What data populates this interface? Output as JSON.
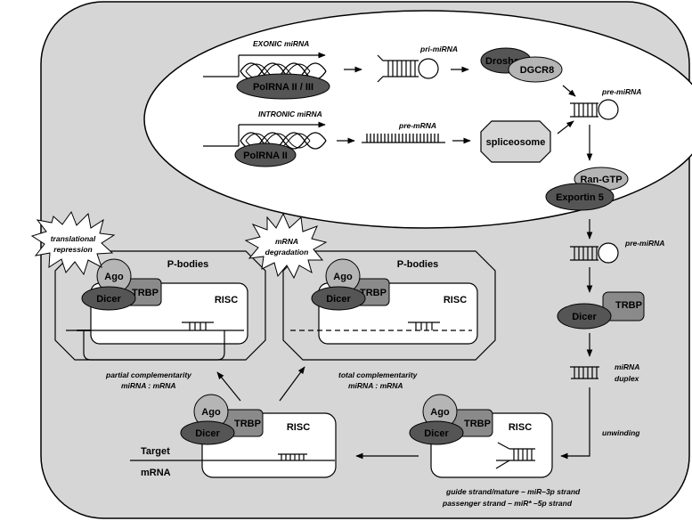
{
  "nucleus": {
    "exonic_label": "EXONIC miRNA",
    "intronic_label": "INTRONIC miRNA",
    "polymerase_exonic": "PolRNA II / III",
    "polymerase_intronic": "PolRNA II",
    "pri_mirna": "pri-miRNA",
    "pre_mrna": "pre-mRNA",
    "drosha": "Drosha",
    "dgcr8": "DGCR8",
    "spliceosome": "spliceosome",
    "pre_mirna": "pre-miRNA",
    "ran_gtp": "Ran-GTP",
    "exportin": "Exportin 5"
  },
  "cytoplasm": {
    "pre_mirna": "pre-miRNA",
    "dicer": "Dicer",
    "trbp": "TRBP",
    "ago": "Ago",
    "mirna_duplex_line1": "miRNA",
    "mirna_duplex_line2": "duplex",
    "unwinding": "unwinding",
    "risc": "RISC",
    "strand_note_line1": "guide strand/mature – miR–3p strand",
    "strand_note_line2": "passenger strand – miR* –5p strand",
    "target_line1": "Target",
    "target_line2": "mRNA"
  },
  "pbodies": {
    "label": "P-bodies",
    "left_caption_line1": "partial complementarity",
    "left_caption_line2": "miRNA : mRNA",
    "right_caption_line1": "total complementarity",
    "right_caption_line2": "miRNA : mRNA",
    "burst_left_line1": "translational",
    "burst_left_line2": "repression",
    "burst_right_line1": "mRNA",
    "burst_right_line2": "degradation"
  }
}
